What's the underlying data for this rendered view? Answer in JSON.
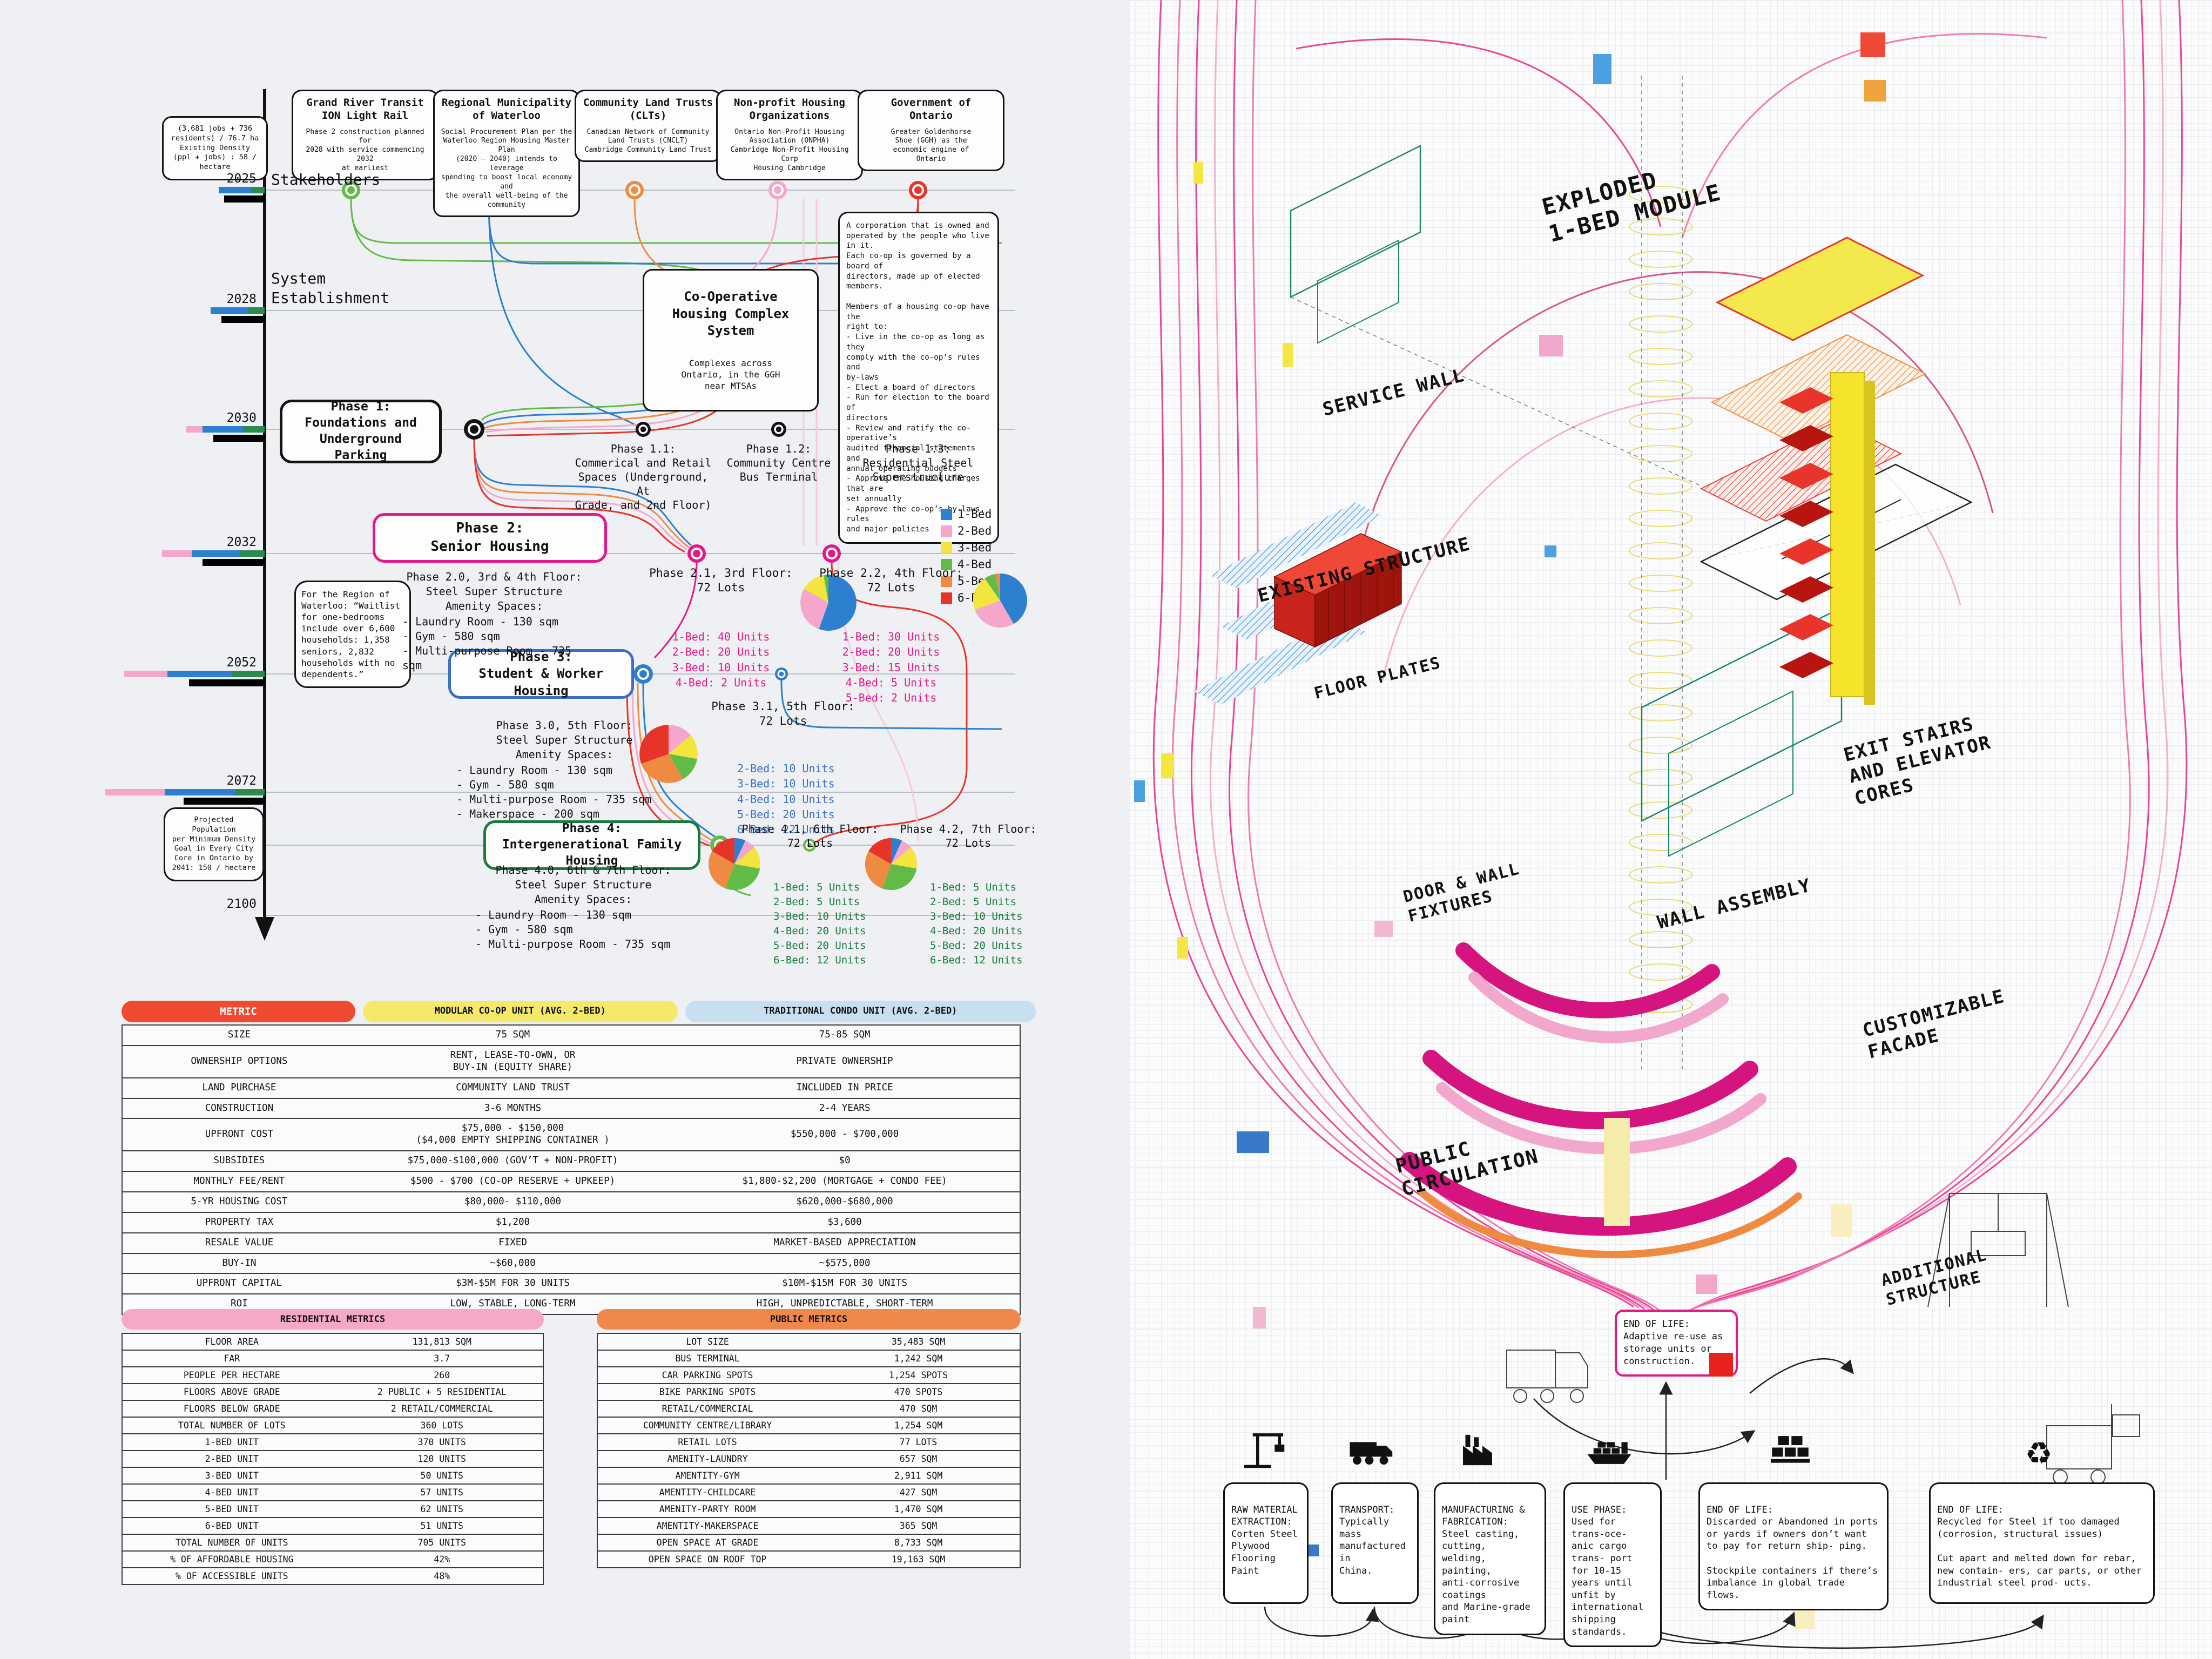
{
  "timeline": {
    "density_note": "(3,681 jobs + 736\nresidents) / 76.7 ha\nExisting Density\n(ppl + jobs) : 58 /\nhectare",
    "stakeholders_label": "Stakeholders",
    "system_establishment_label": "System\nEstablishment",
    "years_list": [
      "2025",
      "2028",
      "2030",
      "2032",
      "2052",
      "2072",
      "2100"
    ],
    "stakeholder_boxes": [
      {
        "title": "Grand River Transit\nION Light Rail",
        "body": "Phase 2 construction planned for\n2028 with service commencing 2032\nat earliest",
        "color": "#62bb46"
      },
      {
        "title": "Regional Municipality\nof Waterloo",
        "body": "Social Procurement Plan per the\nWaterloo Region Housing Master Plan\n(2020 – 2040) intends to leverage\nspending to boost local economy and\nthe overall well-being of the\ncommunity",
        "color": "#2d7fd0"
      },
      {
        "title": "Community Land Trusts\n(CLTs)",
        "body": "Canadian Network of Community\nLand Trusts (CNCLT)\nCambridge Community Land Trust",
        "color": "#ef8b41"
      },
      {
        "title": "Non-profit Housing\nOrganizations",
        "body": "Ontario Non-Profit Housing\nAssociation (ONPHA)\nCambridge Non-Profit Housing Corp\nHousing Cambridge",
        "color": "#f4a7cb"
      },
      {
        "title": "Government of\nOntario",
        "body": "Greater Goldenhorse\nShoe (GGH) as the\neconomic engine of\nOntario",
        "color": "#e73428"
      }
    ],
    "coop_box": {
      "title": "Co-Operative\nHousing Complex\nSystem",
      "body": "Complexes across\nOntario, in the GGH\nnear MTSAs"
    },
    "corp_note": "A corporation that is owned and\noperated by the people who live in it.\nEach co-op is governed by a board of\ndirectors, made up of elected members.\n\nMembers of a housing co-op have the\nright to:\n-  Live in the co-op as long as they\n   comply with the co-op’s rules and\n   by-laws\n-  Elect a board of directors\n-  Run for election to the board of\n   directors\n-  Review and ratify the co-operative’s\n   audited financial statements and\n   annual operating budgets\n-  Approve the housing charges that are\n   set annually\n-  Approve the co-op’s by-laws, rules\n   and major policies",
    "phase_boxes": {
      "p1": "Phase 1:\nFoundations and\nUnderground Parking",
      "p2": "Phase 2:\nSenior Housing",
      "p3": "Phase 3:\nStudent & Worker Housing",
      "p4": "Phase 4:\nIntergenerational Family Housing"
    },
    "phase_sublabels": {
      "p11": "Phase 1.1:\nCommerical and Retail\nSpaces (Underground, At\nGrade, and 2nd Floor)",
      "p12": "Phase 1.2:\nCommunity Centre\nBus Terminal",
      "p13": "Phase 1.3:\nResidential Steel\nSuperstructure"
    },
    "legend": {
      "items": [
        {
          "label": "1-Bed",
          "color": "#2d7fd0"
        },
        {
          "label": "2-Bed",
          "color": "#f4a7cb"
        },
        {
          "label": "3-Bed",
          "color": "#f2e53e"
        },
        {
          "label": "4-Bed",
          "color": "#62bb46"
        },
        {
          "label": "5-Bed",
          "color": "#ef8b41"
        },
        {
          "label": "6-Bed",
          "color": "#e73428"
        }
      ]
    },
    "waitlist_note": "For the Region of\nWaterloo: “Waitlist\nfor one-bedrooms\ninclude over 6,600\nhouseholds: 1,358\nseniors, 2,832\nhouseholds with no\ndependents.”",
    "population_note": "Projected Population\nper Minimum Density\nGoal in Every City\nCore in Ontario by\n2041: 150 / hectare",
    "amenity20": {
      "heading": "Phase 2.0, 3rd & 4th Floor:\nSteel Super Structure\nAmenity Spaces:",
      "bullets": "-  Laundry Room - 130 sqm\n-  Gym - 580 sqm\n-  Multi-purpose Room - 735\n   sqm"
    },
    "amenity30": {
      "heading": "Phase 3.0, 5th Floor:\nSteel Super Structure\nAmenity Spaces:",
      "bullets": "-  Laundry Room - 130 sqm\n-  Gym - 580 sqm\n-  Multi-purpose Room - 735 sqm\n-  Makerspace - 200 sqm"
    },
    "amenity40": {
      "heading": "Phase 4.0, 6th & 7th Floor:\nSteel Super Structure\nAmenity Spaces:",
      "bullets": "-  Laundry Room - 130 sqm\n-  Gym - 580 sqm\n-  Multi-purpose Room - 735 sqm"
    },
    "phase21": {
      "title": "Phase 2.1, 3rd Floor:\n72 Lots",
      "units": [
        {
          "bed": "1-Bed",
          "count": 40,
          "label": "1-Bed: 40 Units"
        },
        {
          "bed": "2-Bed",
          "count": 20,
          "label": "2-Bed: 20 Units"
        },
        {
          "bed": "3-Bed",
          "count": 10,
          "label": "3-Bed: 10 Units"
        },
        {
          "bed": "4-Bed",
          "count": 2,
          "label": "4-Bed: 2 Units"
        }
      ]
    },
    "phase22": {
      "title": "Phase 2.2, 4th Floor:\n72 Lots",
      "units": [
        {
          "bed": "1-Bed",
          "count": 30,
          "label": "1-Bed: 30 Units"
        },
        {
          "bed": "2-Bed",
          "count": 20,
          "label": "2-Bed: 20 Units"
        },
        {
          "bed": "3-Bed",
          "count": 15,
          "label": "3-Bed: 15 Units"
        },
        {
          "bed": "4-Bed",
          "count": 5,
          "label": "4-Bed: 5 Units"
        },
        {
          "bed": "5-Bed",
          "count": 2,
          "label": "5-Bed: 2 Units"
        }
      ]
    },
    "phase31": {
      "title": "Phase 3.1, 5th Floor:\n72 Lots",
      "units": [
        {
          "bed": "2-Bed",
          "count": 10,
          "label": "2-Bed: 10 Units"
        },
        {
          "bed": "3-Bed",
          "count": 10,
          "label": "3-Bed: 10 Units"
        },
        {
          "bed": "4-Bed",
          "count": 10,
          "label": "4-Bed: 10 Units"
        },
        {
          "bed": "5-Bed",
          "count": 20,
          "label": "5-Bed: 20 Units"
        },
        {
          "bed": "6-Bed",
          "count": 22,
          "label": "6-Bed: 22 Units"
        }
      ]
    },
    "phase41": {
      "title": "Phase 4.1, 6th Floor:\n72 Lots",
      "units": [
        {
          "bed": "1-Bed",
          "count": 5,
          "label": "1-Bed: 5 Units"
        },
        {
          "bed": "2-Bed",
          "count": 5,
          "label": "2-Bed: 5 Units"
        },
        {
          "bed": "3-Bed",
          "count": 10,
          "label": "3-Bed: 10 Units"
        },
        {
          "bed": "4-Bed",
          "count": 20,
          "label": "4-Bed: 20 Units"
        },
        {
          "bed": "5-Bed",
          "count": 20,
          "label": "5-Bed: 20 Units"
        },
        {
          "bed": "6-Bed",
          "count": 12,
          "label": "6-Bed: 12 Units"
        }
      ]
    },
    "phase42": {
      "title": "Phase 4.2, 7th Floor:\n72 Lots",
      "units": [
        {
          "bed": "1-Bed",
          "count": 5,
          "label": "1-Bed: 5 Units"
        },
        {
          "bed": "2-Bed",
          "count": 5,
          "label": "2-Bed: 5 Units"
        },
        {
          "bed": "3-Bed",
          "count": 10,
          "label": "3-Bed: 10 Units"
        },
        {
          "bed": "4-Bed",
          "count": 20,
          "label": "4-Bed: 20 Units"
        },
        {
          "bed": "5-Bed",
          "count": 20,
          "label": "5-Bed: 20 Units"
        },
        {
          "bed": "6-Bed",
          "count": 12,
          "label": "6-Bed: 12 Units"
        }
      ]
    }
  },
  "comparison_table": {
    "headers": [
      {
        "label": "METRIC",
        "color": "#f04a33",
        "text_color": "#ffffff"
      },
      {
        "label": "MODULAR CO-OP UNIT (AVG. 2-BED)",
        "color": "#f5e96b",
        "text_color": "#111111"
      },
      {
        "label": "TRADITIONAL CONDO UNIT (AVG. 2-BED)",
        "color": "#c8dff0",
        "text_color": "#111111"
      }
    ],
    "rows": [
      {
        "metric": "SIZE",
        "coop": "75 SQM",
        "condo": "75-85 SQM"
      },
      {
        "metric": "OWNERSHIP OPTIONS",
        "coop": "RENT, LEASE-TO-OWN, OR\nBUY-IN (EQUITY SHARE)",
        "condo": "PRIVATE OWNERSHIP"
      },
      {
        "metric": "LAND PURCHASE",
        "coop": "COMMUNITY LAND TRUST",
        "condo": "INCLUDED IN PRICE"
      },
      {
        "metric": "CONSTRUCTION",
        "coop": "3-6 MONTHS",
        "condo": "2-4 YEARS"
      },
      {
        "metric": "UPFRONT COST",
        "coop": "$75,000 - $150,000\n($4,000 EMPTY SHIPPING CONTAINER )",
        "condo": "$550,000 - $700,000"
      },
      {
        "metric": "SUBSIDIES",
        "coop": "$75,000-$100,000 (GOV’T + NON-PROFIT)",
        "condo": "$0"
      },
      {
        "metric": "MONTHLY FEE/RENT",
        "coop": "$500 - $700 (CO-OP RESERVE + UPKEEP)",
        "condo": "$1,800-$2,200 (MORTGAGE + CONDO FEE)"
      },
      {
        "metric": "5-YR HOUSING COST",
        "coop": "$80,000- $110,000",
        "condo": "$620,000-$680,000"
      },
      {
        "metric": "PROPERTY TAX",
        "coop": "$1,200",
        "condo": "$3,600"
      },
      {
        "metric": "RESALE VALUE",
        "coop": "FIXED",
        "condo": "MARKET-BASED APPRECIATION"
      },
      {
        "metric": "BUY-IN",
        "coop": "~$60,000",
        "condo": "~$575,000"
      },
      {
        "metric": "UPFRONT CAPITAL",
        "coop": "$3M-$5M FOR 30 UNITS",
        "condo": "$10M-$15M FOR 30 UNITS"
      },
      {
        "metric": "ROI",
        "coop": "LOW, STABLE, LONG-TERM",
        "condo": "HIGH, UNPREDICTABLE, SHORT-TERM"
      }
    ]
  },
  "residential_table": {
    "title": "RESIDENTIAL METRICS",
    "color": "#f5a8c8",
    "rows": [
      {
        "label": "FLOOR AREA",
        "value": "131,813 SQM"
      },
      {
        "label": "FAR",
        "value": "3.7"
      },
      {
        "label": "PEOPLE PER HECTARE",
        "value": "260"
      },
      {
        "label": "FLOORS ABOVE GRADE",
        "value": "2 PUBLIC + 5 RESIDENTIAL"
      },
      {
        "label": "FLOORS BELOW GRADE",
        "value": "2 RETAIL/COMMERCIAL"
      },
      {
        "label": "TOTAL NUMBER OF LOTS",
        "value": "360 LOTS"
      },
      {
        "label": "1-BED UNIT",
        "value": "370 UNITS"
      },
      {
        "label": "2-BED UNIT",
        "value": "120 UNITS"
      },
      {
        "label": "3-BED UNIT",
        "value": "50 UNITS"
      },
      {
        "label": "4-BED UNIT",
        "value": "57 UNITS"
      },
      {
        "label": "5-BED UNIT",
        "value": "62 UNITS"
      },
      {
        "label": "6-BED UNIT",
        "value": "51 UNITS"
      },
      {
        "label": "TOTAL NUMBER OF UNITS",
        "value": "705 UNITS"
      },
      {
        "label": "% OF AFFORDABLE HOUSING",
        "value": "42%"
      },
      {
        "label": "% OF ACCESSIBLE UNITS",
        "value": "48%"
      }
    ]
  },
  "public_table": {
    "title": "PUBLIC METRICS",
    "color": "#f0874b",
    "rows": [
      {
        "label": "LOT SIZE",
        "value": "35,483 SQM"
      },
      {
        "label": "BUS TERMINAL",
        "value": "1,242 SQM"
      },
      {
        "label": "CAR PARKING SPOTS",
        "value": "1,254 SPOTS"
      },
      {
        "label": "BIKE PARKING SPOTS",
        "value": "470 SPOTS"
      },
      {
        "label": "RETAIL/COMMERCIAL",
        "value": "470 SQM"
      },
      {
        "label": "COMMUNITY CENTRE/LIBRARY",
        "value": "1,254 SQM"
      },
      {
        "label": "RETAIL LOTS",
        "value": "77 LOTS"
      },
      {
        "label": "AMENITY-LAUNDRY",
        "value": "657 SQM"
      },
      {
        "label": "AMENTITY-GYM",
        "value": "2,911 SQM"
      },
      {
        "label": "AMENTITY-CHILDCARE",
        "value": "427 SQM"
      },
      {
        "label": "AMENITY-PARTY ROOM",
        "value": "1,470 SQM"
      },
      {
        "label": "AMENTITY-MAKERSPACE",
        "value": "365 SQM"
      },
      {
        "label": "OPEN SPACE AT GRADE",
        "value": "8,733 SQM"
      },
      {
        "label": "OPEN SPACE ON ROOF TOP",
        "value": "19,163 SQM"
      }
    ]
  },
  "axon": {
    "labels": [
      "EXPLODED\n1-BED MODULE",
      "SERVICE WALL",
      "EXISTING STRUCTURE",
      "FLOOR PLATES",
      "DOOR & WALL\nFIXTURES",
      "WALL ASSEMBLY",
      "EXIT STAIRS\nAND ELEVATOR CORES",
      "CUSTOMIZABLE\nFACADE",
      "PUBLIC\nCIRCULATION",
      "ADDITIONAL\nSTRUCTURE"
    ],
    "eol_note": "END OF LIFE:\nAdaptive re-use as\nstorage units or\nconstruction.",
    "lifecycle_boxes": [
      {
        "icon": "crane",
        "text": "RAW MATERIAL\nEXTRACTION:\nCorten Steel\nPlywood Flooring\nPaint"
      },
      {
        "icon": "truck",
        "text": "TRANSPORT:\nTypically mass\nmanufactured in\nChina."
      },
      {
        "icon": "factory",
        "text": "MANUFACTURING &\nFABRICATION:\nSteel casting, cutting,\nwelding, painting,\nanti-corrosive coatings\nand Marine-grade paint"
      },
      {
        "icon": "ship",
        "text": "USE PHASE:\nUsed for trans-oce- anic cargo trans- port for 10-15 years until unfit by international shipping standards."
      },
      {
        "icon": "pallet",
        "text": "END OF LIFE:\nDiscarded or Abandoned in ports or yards if owners don’t want to pay for return ship- ping.\n\nStockpile containers if there’s imbalance in global trade flows."
      },
      {
        "icon": "recycle",
        "text": "END OF LIFE:\nRecycled for Steel if too damaged (corrosion, structural issues)\n\nCut apart and melted down for rebar, new contain- ers, car parts, or other industrial steel prod- ucts."
      }
    ]
  }
}
